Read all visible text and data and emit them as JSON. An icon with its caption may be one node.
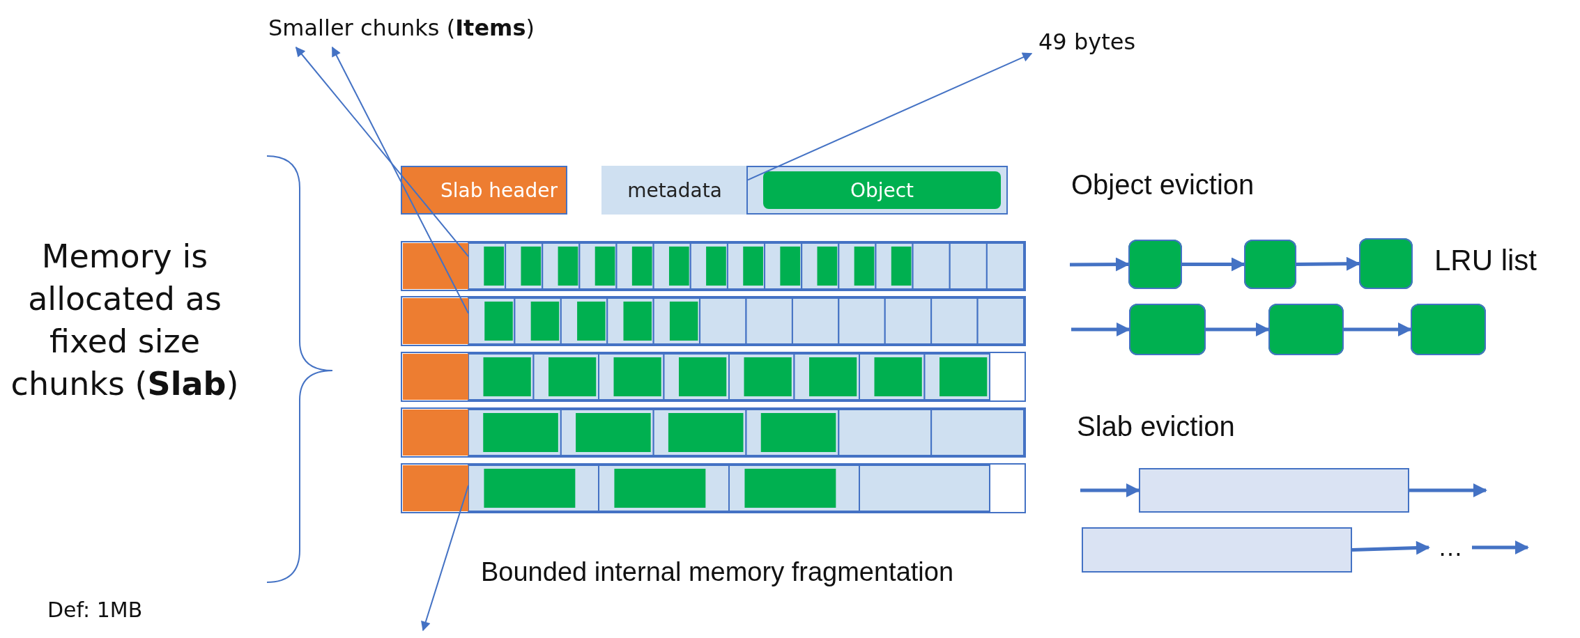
{
  "diagram": {
    "nodes": [
      {
        "text": [
          "Smaller chunks (**Items**)"
        ]
      },
      {
        "text": [
          "49 bytes"
        ]
      },
      {
        "text": [
          "Slab header"
        ]
      },
      {
        "text": [],
        "shape": "box"
      },
      {
        "text": [
          "metadata"
        ],
        "in": 3
      },
      {
        "text": [
          "Object"
        ],
        "in": 3
      },
      {
        "text": [],
        "shape": "bar"
      },
      {
        "text": [],
        "shape": "box",
        "in": 6
      },
      {
        "text": [],
        "shape": "bar"
      },
      {
        "text": [],
        "shape": "box",
        "in": 8
      },
      {
        "text": [],
        "shape": "bar"
      },
      {
        "text": [],
        "shape": "box",
        "in": 10
      },
      {
        "text": [],
        "shape": "bar"
      },
      {
        "text": [],
        "shape": "box",
        "in": 12
      },
      {
        "text": [],
        "shape": "bar"
      },
      {
        "text": [],
        "shape": "box",
        "in": 14
      },
      {
        "text": [],
        "shape": "box"
      },
      {
        "text": [],
        "shape": "box"
      },
      {
        "text": [],
        "shape": "box"
      },
      {
        "text": [],
        "shape": "box"
      },
      {
        "text": [],
        "shape": "box"
      },
      {
        "text": [],
        "shape": "box"
      },
      {
        "text": [],
        "shape": "bar"
      },
      {
        "text": [],
        "shape": "bar"
      },
      {
        "text": [
          "…"
        ]
      }
    ],
    "edges": [
      {
        "from": 7,
        "to": 0,
        "arrow": "to"
      },
      {
        "from": 9,
        "to": 0,
        "arrow": "to"
      },
      {
        "from": 4,
        "to": 1,
        "arrow": "to"
      },
      {
        "from": 15,
        "to": null,
        "arrow": "to"
      },
      {
        "from": null,
        "to": 16,
        "arrow": "to"
      },
      {
        "from": 16,
        "to": 17,
        "arrow": "to"
      },
      {
        "from": 17,
        "to": 18,
        "arrow": "to"
      },
      {
        "from": null,
        "to": 19,
        "arrow": "to"
      },
      {
        "from": 19,
        "to": 20,
        "arrow": "to"
      },
      {
        "from": 20,
        "to": 21,
        "arrow": "to"
      },
      {
        "from": null,
        "to": 22,
        "arrow": "to"
      },
      {
        "from": 22,
        "to": null,
        "arrow": "to"
      },
      {
        "from": 23,
        "to": 24,
        "arrow": "to"
      },
      {
        "from": 24,
        "to": null,
        "arrow": "to"
      }
    ],
    "labels": [
      "Object eviction",
      "Memory is allocated as fixed size chunks (**Slab**)",
      "LRU list",
      "Slab eviction",
      "Bounded internal memory fragmentation",
      "Def: 1MB"
    ]
  }
}
